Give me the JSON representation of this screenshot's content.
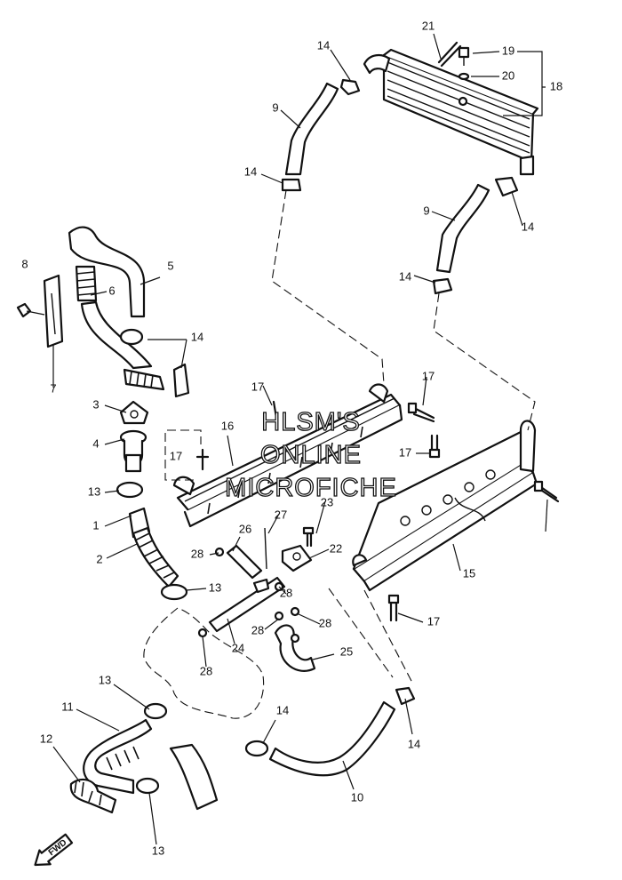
{
  "watermark": {
    "lines": [
      "HLSM'S",
      "ONLINE",
      "MICROFICHE"
    ]
  },
  "fwd_label": "FWD",
  "callouts": [
    "21",
    "19",
    "20",
    "18",
    "14",
    "9",
    "14",
    "9",
    "14",
    "14",
    "8",
    "5",
    "6",
    "14",
    "7",
    "3",
    "17",
    "16",
    "4",
    "17",
    "17",
    "13",
    "17",
    "1",
    "23",
    "27",
    "2",
    "26",
    "22",
    "28",
    "15",
    "13",
    "28",
    "28",
    "28",
    "24",
    "17",
    "28",
    "25",
    "13",
    "14",
    "11",
    "14",
    "12",
    "10",
    "13"
  ]
}
